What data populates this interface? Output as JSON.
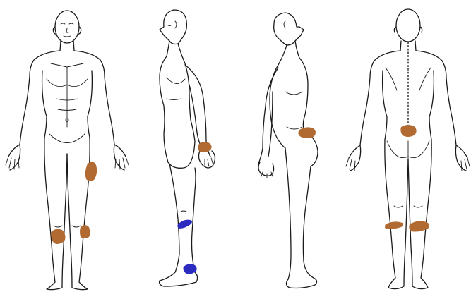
{
  "diagram": {
    "views": [
      {
        "id": "front",
        "icon": "body-front-view-icon"
      },
      {
        "id": "right-side",
        "icon": "body-right-side-view-icon"
      },
      {
        "id": "left-side",
        "icon": "body-left-side-view-icon"
      },
      {
        "id": "back",
        "icon": "body-back-view-icon"
      }
    ],
    "colors": {
      "line": "#1a1a1a",
      "background": "#ffffff",
      "marker_brown": "#b06a32",
      "marker_blue": "#2b2bbf"
    },
    "markers": [
      {
        "view": "front",
        "region": "left-thigh",
        "color": "brown"
      },
      {
        "view": "front",
        "region": "right-knee",
        "color": "brown"
      },
      {
        "view": "front",
        "region": "left-knee",
        "color": "brown"
      },
      {
        "view": "right-side",
        "region": "hand",
        "color": "brown"
      },
      {
        "view": "right-side",
        "region": "shin",
        "color": "blue"
      },
      {
        "view": "right-side",
        "region": "foot",
        "color": "blue"
      },
      {
        "view": "left-side",
        "region": "hip",
        "color": "brown"
      },
      {
        "view": "back",
        "region": "lower-back",
        "color": "brown"
      },
      {
        "view": "back",
        "region": "right-calf",
        "color": "brown"
      },
      {
        "view": "back",
        "region": "left-calf",
        "color": "brown"
      }
    ]
  }
}
